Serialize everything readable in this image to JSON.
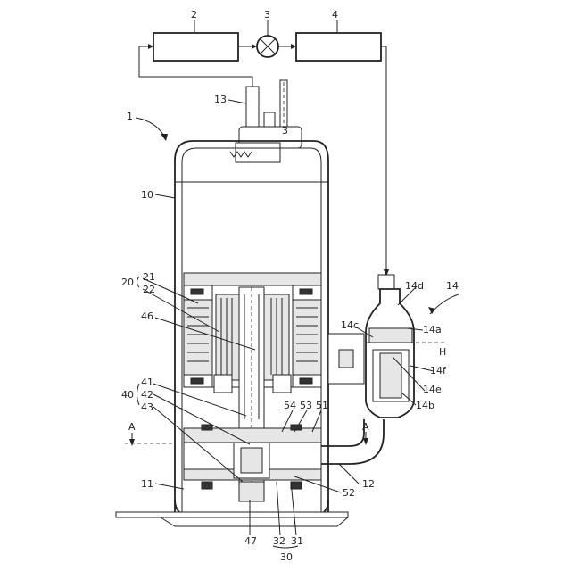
{
  "labels": {
    "l1": "1",
    "l2": "2",
    "l3": "3",
    "l4": "4",
    "l3b": "3",
    "l13": "13",
    "l10": "10",
    "l11": "11",
    "l12": "12",
    "l14": "14",
    "l14a": "14a",
    "l14b": "14b",
    "l14c": "14c",
    "l14d": "14d",
    "l14e": "14e",
    "l14f": "14f",
    "lH": "H",
    "l20": "20",
    "l21": "21",
    "l22": "22",
    "l46": "46",
    "l40": "40",
    "l41": "41",
    "l42": "42",
    "l43": "43",
    "lA1": "A",
    "lA2": "A",
    "l54": "54",
    "l53": "53",
    "l51": "51",
    "l52": "52",
    "l47": "47",
    "l32": "32",
    "l31": "31",
    "l30": "30"
  }
}
